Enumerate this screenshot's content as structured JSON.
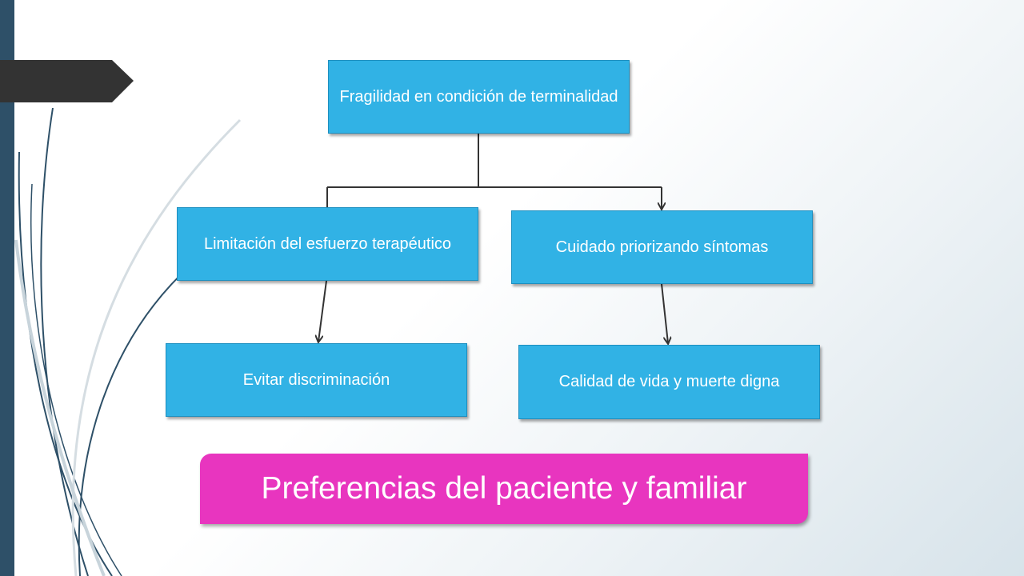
{
  "diagram": {
    "root": "Fragilidad en condición de terminalidad",
    "left_branch": "Limitación del esfuerzo terapéutico",
    "right_branch": "Cuidado priorizando síntomas",
    "left_leaf": "Evitar discriminación",
    "right_leaf": "Calidad de vida y muerte digna",
    "banner": "Preferencias del paciente y familiar"
  },
  "colors": {
    "box_fill": "#31b2e5",
    "banner_fill": "#e835bf",
    "side_bar": "#2e5068",
    "arrow_tab": "#333333",
    "connector": "#333333"
  }
}
